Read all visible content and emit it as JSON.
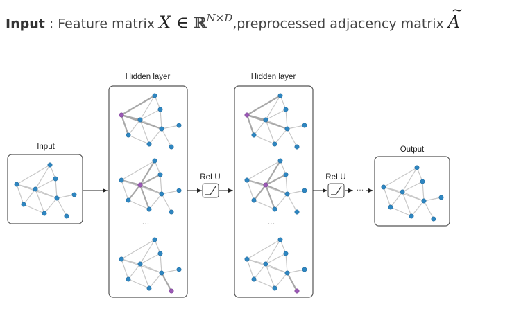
{
  "caption": {
    "bold": "Input",
    "rest": " : Feature matrix ",
    "math_x": "X",
    "math_in": " ∈ ",
    "math_r": "ℝ",
    "math_sup": "N×D",
    "after": ",preprocessed adjacency matrix ",
    "math_a": "A"
  },
  "labels": {
    "input": "Input",
    "hidden1": "Hidden layer",
    "hidden2": "Hidden layer",
    "output": "Output",
    "relu1": "ReLU",
    "relu2": "ReLU",
    "dots_mid1": "...",
    "dots_mid2": "...",
    "dots_arrow": "···"
  },
  "colors": {
    "node": "#2e86c1",
    "node_highlight": "#9b59b6",
    "edge": "#c7c7c7",
    "edge_highlight": "#a8a8a8",
    "box_border": "#555555"
  }
}
